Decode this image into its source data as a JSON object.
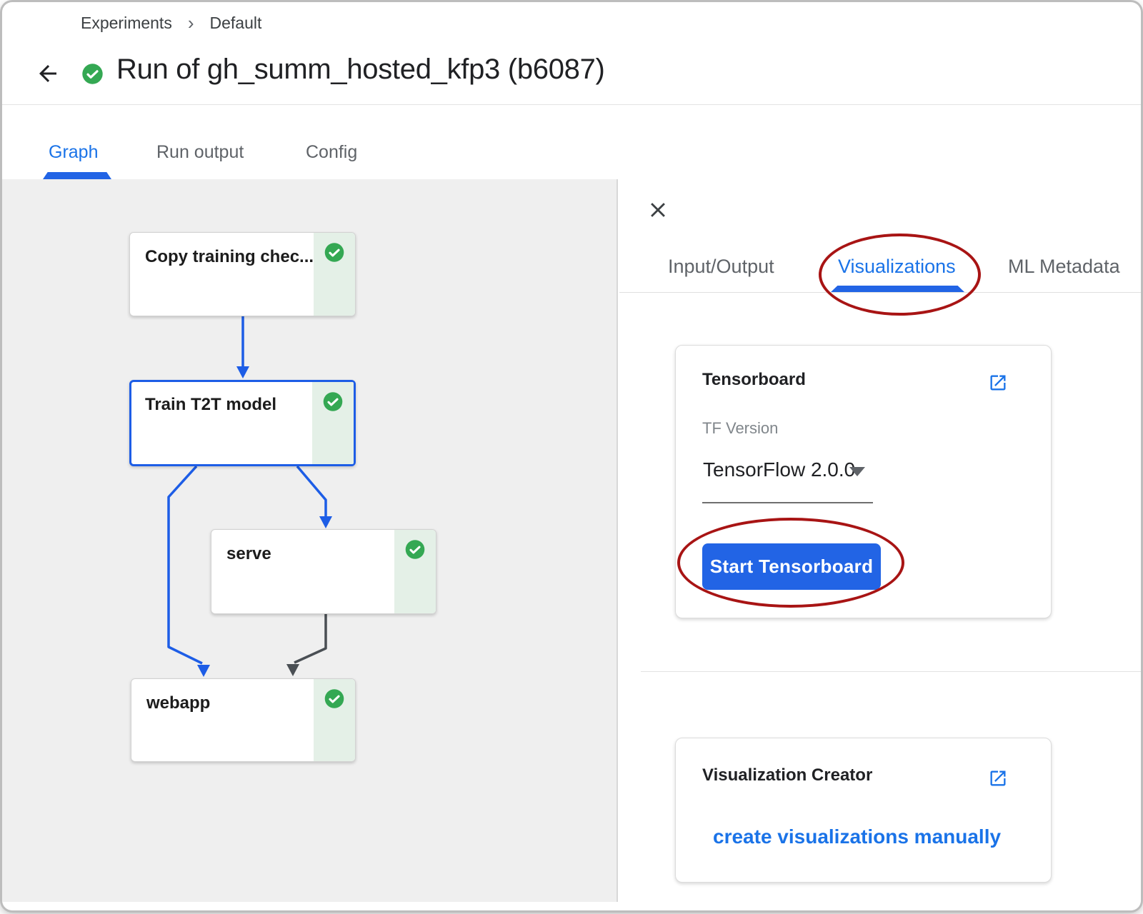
{
  "breadcrumb": {
    "items": [
      "Experiments",
      "Default"
    ],
    "separator": "›"
  },
  "header": {
    "title": "Run of gh_summ_hosted_kfp3 (b6087)",
    "status": "succeeded"
  },
  "main_tabs": [
    {
      "label": "Graph",
      "active": true
    },
    {
      "label": "Run output",
      "active": false
    },
    {
      "label": "Config",
      "active": false
    }
  ],
  "graph": {
    "nodes": [
      {
        "label": "Copy training chec...",
        "status": "succeeded",
        "selected": false
      },
      {
        "label": "Train T2T model",
        "status": "succeeded",
        "selected": true
      },
      {
        "label": "serve",
        "status": "succeeded",
        "selected": false
      },
      {
        "label": "webapp",
        "status": "succeeded",
        "selected": false
      }
    ]
  },
  "panel": {
    "tabs": [
      {
        "label": "Input/Output",
        "active": false
      },
      {
        "label": "Visualizations",
        "active": true
      },
      {
        "label": "ML Metadata",
        "active": false
      }
    ],
    "tensorboard_card": {
      "title": "Tensorboard",
      "tf_version_label": "TF Version",
      "tf_version_value": "TensorFlow 2.0.0",
      "start_button_label": "Start Tensorboard"
    },
    "viz_creator_card": {
      "title": "Visualization Creator",
      "link_label": "create visualizations manually"
    }
  },
  "colors": {
    "accent_blue_text": "#1a73e8",
    "accent_blue_strong": "#2264e5",
    "edge_blue": "#1d5de6",
    "edge_gray": "#4a4f54",
    "success_green": "#34a853",
    "success_strip": "#e4f0e7",
    "annotation_red": "#a81414",
    "panel_gray": "#efefef"
  }
}
